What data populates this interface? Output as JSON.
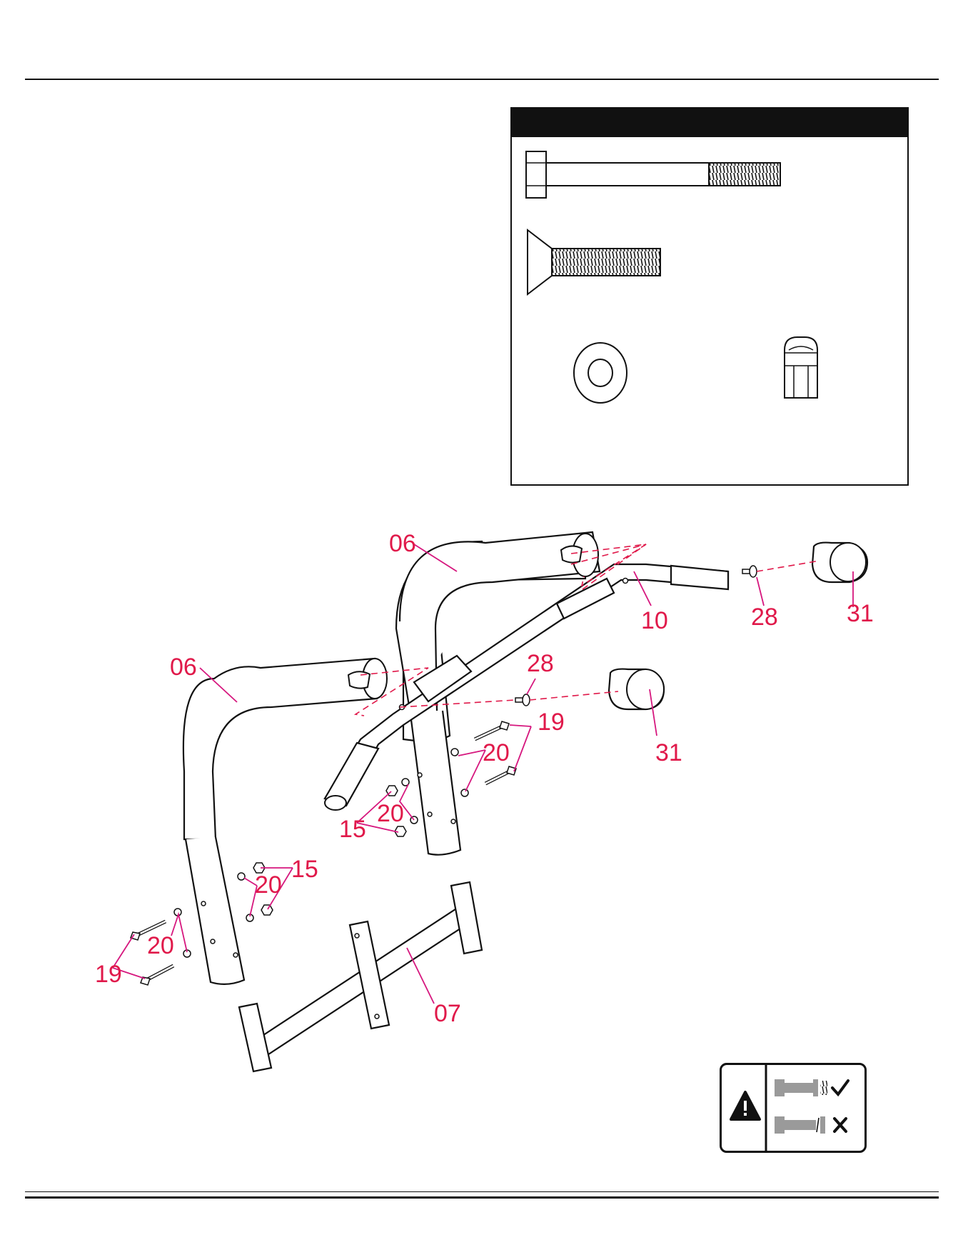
{
  "labels": {
    "p06a": "06",
    "p06b": "06",
    "p10": "10",
    "p28a": "28",
    "p28b": "28",
    "p31a": "31",
    "p31b": "31",
    "p19a": "19",
    "p19b": "19",
    "p20a": "20",
    "p20b": "20",
    "p20c": "20",
    "p20d": "20",
    "p15a": "15",
    "p15b": "15",
    "p07": "07"
  },
  "colors": {
    "callout": "#e0194a",
    "leader": "#d6177e",
    "ink": "#111111",
    "grey_bolt": "#9a9a9a"
  },
  "icons": {
    "hex-bolt": "hex-bolt-icon",
    "countersunk-bolt": "countersunk-bolt-icon",
    "washer": "washer-icon",
    "nylon-nut": "nylon-nut-icon",
    "warning": "warning-icon",
    "check": "check-icon",
    "cross": "cross-icon"
  }
}
